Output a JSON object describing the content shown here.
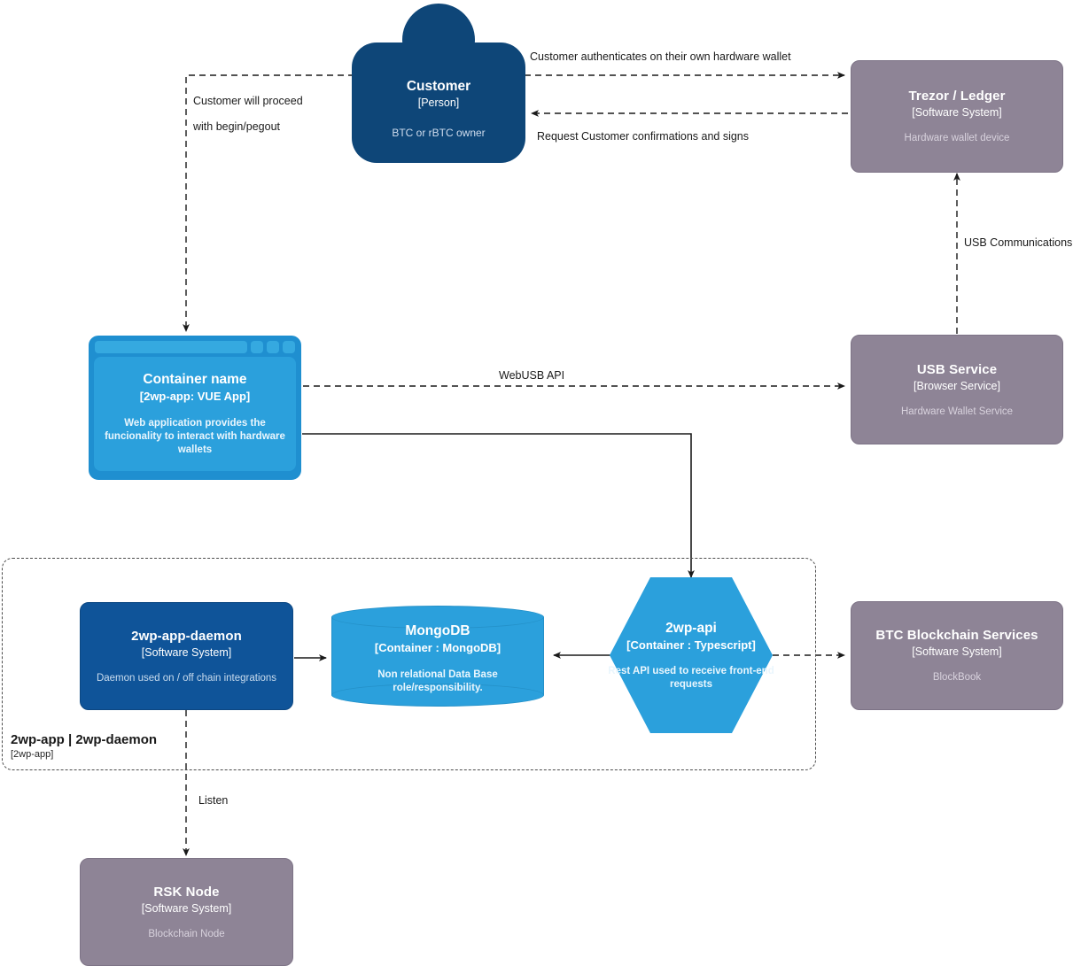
{
  "diagram": {
    "type": "c4-container-diagram",
    "colors": {
      "person": "#0e4678",
      "container_blue": "#2ba0dc",
      "software_system_grey": "#8e8496",
      "software_system_blue": "#0f5499",
      "edge": "#1a1a1a",
      "boundary": "#4d4d4d",
      "background": "#ffffff"
    }
  },
  "nodes": {
    "customer": {
      "name": "Customer",
      "type": "[Person]",
      "description": "BTC or rBTC owner",
      "shape": "person"
    },
    "trezor_ledger": {
      "name": "Trezor / Ledger",
      "type": "[Software System]",
      "description": "Hardware wallet device",
      "shape": "rounded-box"
    },
    "container_name": {
      "name": "Container name",
      "type": "[2wp-app: VUE App]",
      "description": "Web application provides the funcionality to interact with hardware wallets",
      "shape": "browser-window"
    },
    "usb_service": {
      "name": "USB Service",
      "type": "[Browser Service]",
      "description": "Hardware Wallet Service",
      "shape": "rounded-box"
    },
    "daemon": {
      "name": "2wp-app-daemon",
      "type": "[Software System]",
      "description": "Daemon used on / off chain integrations",
      "shape": "rounded-box"
    },
    "mongodb": {
      "name": "MongoDB",
      "type": "[Container : MongoDB]",
      "description": "Non relational Data Base role/responsibility.",
      "shape": "cylinder"
    },
    "twp_api": {
      "name": "2wp-api",
      "type": "[Container : Typescript]",
      "description": "Rest API used to receive front-end requests",
      "shape": "hexagon"
    },
    "btc_blockchain": {
      "name": "BTC Blockchain Services",
      "type": "[Software System]",
      "description": "BlockBook",
      "shape": "rounded-box"
    },
    "rsk_node": {
      "name": "RSK Node",
      "type": "[Software System]",
      "description": "Blockchain Node",
      "shape": "rounded-box"
    }
  },
  "boundary": {
    "name": "2wp-app | 2wp-daemon",
    "type": "[2wp-app]"
  },
  "edges": {
    "customer_auth": {
      "label": "Customer authenticates on their own hardware wallet",
      "style": "dashed",
      "from": "customer",
      "to": "trezor_ledger"
    },
    "request_confirmations": {
      "label": "Request Customer confirmations and signs",
      "style": "dashed",
      "from": "trezor_ledger",
      "to": "customer"
    },
    "customer_proceed_line1": {
      "label": "Customer will proceed",
      "style": "dashed",
      "from": "customer",
      "to": "container_name"
    },
    "customer_proceed_line2": {
      "label": "with begin/pegout"
    },
    "usb_communications": {
      "label": "USB Communications",
      "style": "dashed",
      "from": "usb_service",
      "to": "trezor_ledger"
    },
    "webusb_api": {
      "label": "WebUSB API",
      "style": "dashed",
      "from": "container_name",
      "to": "usb_service"
    },
    "listen": {
      "label": "Listen",
      "style": "dashed",
      "from": "daemon",
      "to": "rsk_node"
    }
  }
}
